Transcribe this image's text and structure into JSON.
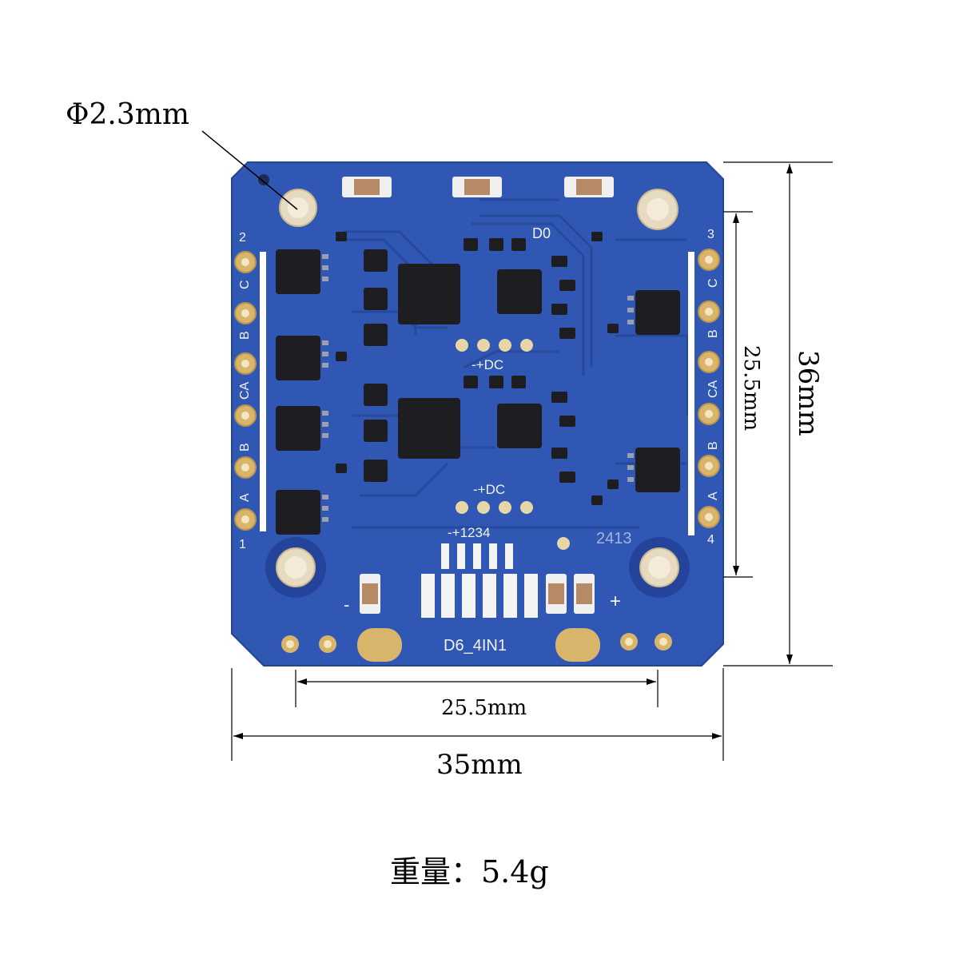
{
  "hole_diameter_label": "Φ2.3mm",
  "dim_width_mounting": "25.5mm",
  "dim_width_total": "35mm",
  "dim_height_mounting": "25.5mm",
  "dim_height_total": "36mm",
  "weight_label": "重量：5.4g",
  "board": {
    "name_label": "D6_4IN1",
    "led_label": "D0",
    "connector_label": "-+1234",
    "dc_label_top": "-+DC",
    "dc_label_bottom": "-+DC",
    "date_code": "2413",
    "minus_label": "-",
    "plus_label": "+",
    "left_motor_top": "2",
    "left_motor_bottom": "1",
    "right_motor_top": "3",
    "right_motor_bottom": "4",
    "left_phase_labels": [
      "C",
      "B",
      "CA",
      "B",
      "A"
    ],
    "right_phase_labels": [
      "C",
      "B",
      "CA",
      "B",
      "A"
    ]
  },
  "colors": {
    "pcb": "#2f57b3",
    "pad": "#d9b56c",
    "chip": "#1e1e22",
    "silk": "#f2f2f2"
  }
}
